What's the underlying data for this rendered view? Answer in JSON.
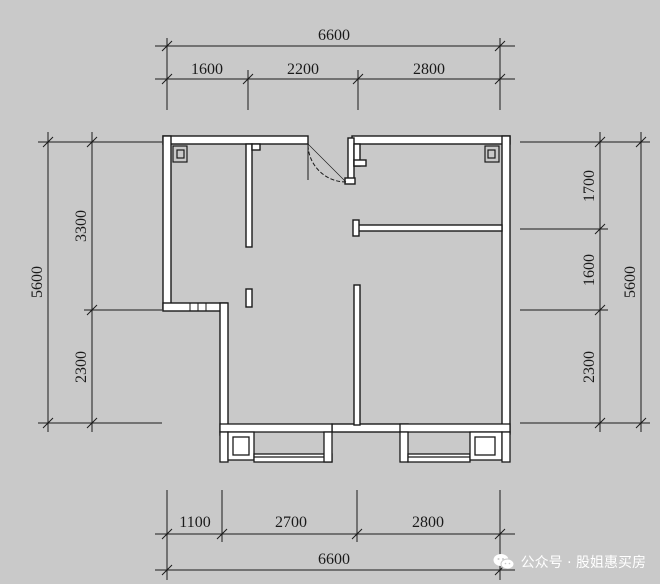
{
  "dimensions": {
    "top_total": "6600",
    "top_segments": [
      "1600",
      "2200",
      "2800"
    ],
    "bottom_total": "6600",
    "bottom_segments": [
      "1100",
      "2700",
      "2800"
    ],
    "left_total": "5600",
    "left_segments": [
      "3300",
      "2300"
    ],
    "right_total": "5600",
    "right_segments": [
      "1700",
      "1600",
      "2300"
    ]
  },
  "watermark": {
    "icon": "wechat-icon",
    "text": "公众号 · 股姐惠买房"
  },
  "colors": {
    "background": "#c9c9c9",
    "wall_fill": "#ffffff",
    "line": "#1a1a1a"
  }
}
